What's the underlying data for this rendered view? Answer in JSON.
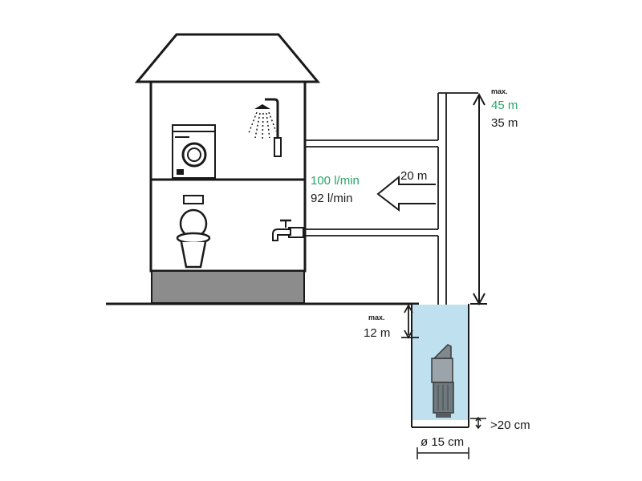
{
  "labels": {
    "head_max_caption": "max.",
    "head_max_a": "45 m",
    "head_max_b": "35 m",
    "flow_a": "100 l/min",
    "flow_b": "92 l/min",
    "horizontal_distance": "20 m",
    "depth_max_caption": "max.",
    "depth_max": "12 m",
    "bottom_clearance": ">20 cm",
    "well_diameter": "ø 15 cm"
  },
  "colors": {
    "accent_green": "#2aa56a",
    "water": "#bfe0ef",
    "line": "#1a1a1a",
    "foundation": "#8c8c8c"
  },
  "icons": [
    "shower-icon",
    "washing-machine-icon",
    "toilet-icon",
    "faucet-icon",
    "submersible-pump-icon",
    "arrow-left-icon"
  ]
}
